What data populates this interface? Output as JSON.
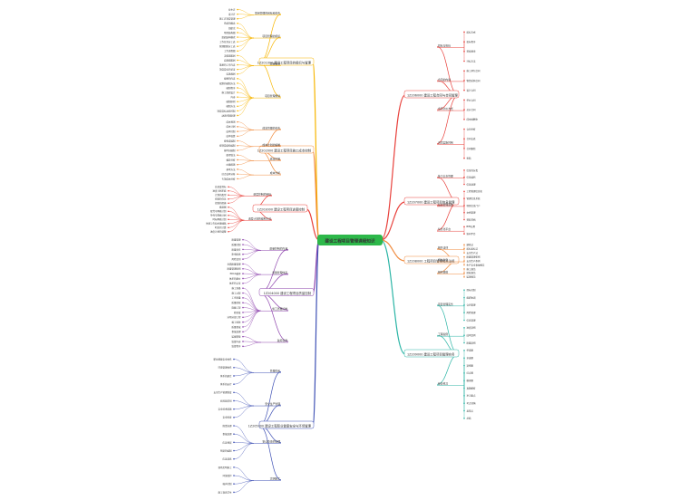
{
  "root": {
    "label": "建设工程项目管理课程知识",
    "color": "#2db84a"
  },
  "branches": [
    {
      "label": "1Z201000 建设工程项目的组织与管理",
      "color": "#f7b500",
      "items": [
        {
          "label": "项目管理的目标和任务",
          "subs": [
            "业主方",
            "设计方",
            "施工方项目管理"
          ]
        },
        {
          "label": "项目管理的组织",
          "subs": [
            "系统的概念",
            "组织论",
            "项目结构图",
            "组织结构模式",
            "工作任务分工表",
            "管理职能分工表",
            "工作流程图"
          ]
        },
        {
          "label": "项目策划",
          "subs": [
            "决策期策划",
            "实施期策划",
            "策划的工作内容",
            "项目目标的论证",
            "实施规划"
          ]
        },
        {
          "label": "项目管理规划",
          "subs": [
            "规划的内容",
            "规划的编制方法",
            "编制程序",
            "施工组织设计",
            "内容",
            "编制原则",
            "编制方法",
            "项目目标动态控制",
            "动态控制原理"
          ]
        }
      ]
    },
    {
      "label": "1Z202000 建设工程项目施工成本控制",
      "color": "#f08a3c",
      "items": [
        {
          "label": "成本管理的任务",
          "subs": [
            "成本预测",
            "成本计划",
            "成本控制",
            "成本核算"
          ]
        },
        {
          "label": "成本计划的编制",
          "subs": [
            "按构成编制",
            "按项目结构编制",
            "按时间编制"
          ]
        },
        {
          "label": "成本控制",
          "subs": [
            "赢得值法",
            "偏差分析",
            "纠偏措施"
          ]
        },
        {
          "label": "成本分析",
          "subs": [
            "基本方法",
            "综合成本分析",
            "专项成本分析"
          ]
        }
      ]
    },
    {
      "label": "1Z203000 建设工程项目进度控制",
      "color": "#e8403b",
      "items": [
        {
          "label": "进度控制的目标",
          "subs": [
            "总进度目标",
            "进度计划系统",
            "计划的类型",
            "控制的任务",
            "控制的措施"
          ]
        },
        {
          "label": "进度计划的编制方法",
          "subs": [
            "横道图",
            "双代号网络计划",
            "单代号网络计划",
            "时标网络计划",
            "关键工作和关键线路",
            "时差的计算",
            "进度计划的调整"
          ]
        }
      ]
    },
    {
      "label": "1Z204000 建设工程项目质量控制",
      "color": "#8e44ad",
      "items": [
        {
          "label": "质量控制的内涵",
          "subs": [
            "质量管理",
            "质量控制",
            "质量责任",
            "影响因素",
            "风险识别"
          ]
        },
        {
          "label": "质量管理体系",
          "subs": [
            "全面质量管理",
            "质量管理原则",
            "PDCA循环",
            "体系的建立",
            "体系的认证"
          ]
        },
        {
          "label": "施工质量控制",
          "subs": [
            "施工准备",
            "施工过程",
            "工序质量",
            "质量验收",
            "隐蔽工程",
            "检验批",
            "分项分部工程",
            "竣工验收",
            "质量事故",
            "事故处理"
          ]
        },
        {
          "label": "政府监督",
          "subs": [
            "监督职能",
            "监督内容",
            "监督程序"
          ]
        }
      ]
    },
    {
      "label": "1Z205000 建设工程职业健康安全与环境管理",
      "color": "#3f51b5",
      "items": [
        {
          "label": "管理体系",
          "subs": [
            "职业健康安全体系",
            "环境管理体系",
            "体系的建立",
            "体系的运行"
          ]
        },
        {
          "label": "安全生产管理",
          "subs": [
            "安全生产管理制度",
            "危险源识别",
            "安全技术措施",
            "安全检查"
          ]
        },
        {
          "label": "安全隐患的处理",
          "subs": [
            "隐患治理",
            "事故处理",
            "应急预案",
            "预案的编制",
            "应急演练"
          ]
        },
        {
          "label": "文明施工",
          "subs": [
            "现场文明施工",
            "环境保护",
            "噪声控制",
            "施工现场卫生"
          ]
        }
      ]
    },
    {
      "label": "1Z206000 建设工程合同与合同管理",
      "color": "#e8403b",
      "items": [
        {
          "label": "招标与投标",
          "subs": [
            "招标方式",
            "投标程序",
            "资格预审",
            "评标方法"
          ]
        },
        {
          "label": "合同的内容",
          "subs": [
            "施工承包合同",
            "物资采购合同",
            "设计合同"
          ]
        },
        {
          "label": "合同计价方式",
          "subs": [
            "单价合同",
            "总价合同",
            "成本加酬金"
          ]
        },
        {
          "label": "合同实施控制",
          "subs": [
            "合同分析",
            "合同交底",
            "合同跟踪",
            "索赔"
          ]
        }
      ]
    },
    {
      "label": "1Z207000 建设工程项目信息管理",
      "color": "#e8403b",
      "items": [
        {
          "label": "施工信息管理",
          "subs": [
            "信息的分类",
            "信息编码",
            "信息处理"
          ]
        },
        {
          "label": "信息管理系统",
          "subs": [
            "工程管理信息化",
            "管理信息系统",
            "项目信息门户",
            "文档管理",
            "资料归档"
          ]
        },
        {
          "label": "信息化平台",
          "subs": [
            "BIM应用",
            "协同平台"
          ]
        }
      ]
    },
    {
      "label": "1Z208000 工程项目管理相关法规",
      "color": "#f08a3c",
      "items": [
        {
          "label": "相关法律",
          "subs": [
            "建筑法",
            "招标投标法",
            "安全生产法"
          ]
        },
        {
          "label": "相关条例",
          "subs": [
            "质量管理条例",
            "安全生产条例",
            "生产安全事故报告"
          ]
        },
        {
          "label": "相关规范",
          "subs": [
            "施工规范",
            "验收规范",
            "监理规范"
          ]
        }
      ]
    },
    {
      "label": "1Z209000 建设工程项目管理实务",
      "color": "#2cb5a6",
      "items": [
        {
          "label": "项目管理实务",
          "subs": [
            "目标控制",
            "组织协调",
            "合同管理",
            "风险管理",
            "信息管理"
          ]
        },
        {
          "label": "工程案例",
          "subs": [
            "进度案例",
            "成本案例",
            "质量案例"
          ]
        },
        {
          "label": "综合练习",
          "subs": [
            "单选题",
            "多选题",
            "案例题",
            "综合题",
            "模拟题",
            "真题解析",
            "复习要点",
            "考点归纳",
            "易错点",
            "总结"
          ]
        }
      ]
    }
  ]
}
